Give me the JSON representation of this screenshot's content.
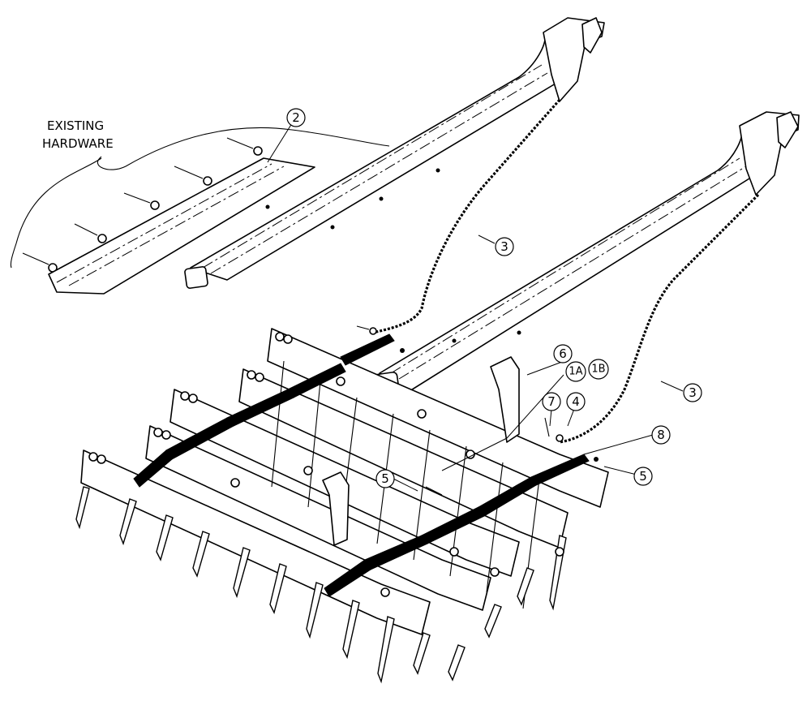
{
  "note": {
    "line1": "EXISTING",
    "line2": "HARDWARE"
  },
  "callouts": {
    "c2": "2",
    "c3a": "3",
    "c3b": "3",
    "c6": "6",
    "c1a": "1A",
    "c1b": "1B",
    "c7": "7",
    "c4": "4",
    "c8": "8",
    "c5a": "5",
    "c5b": "5"
  }
}
